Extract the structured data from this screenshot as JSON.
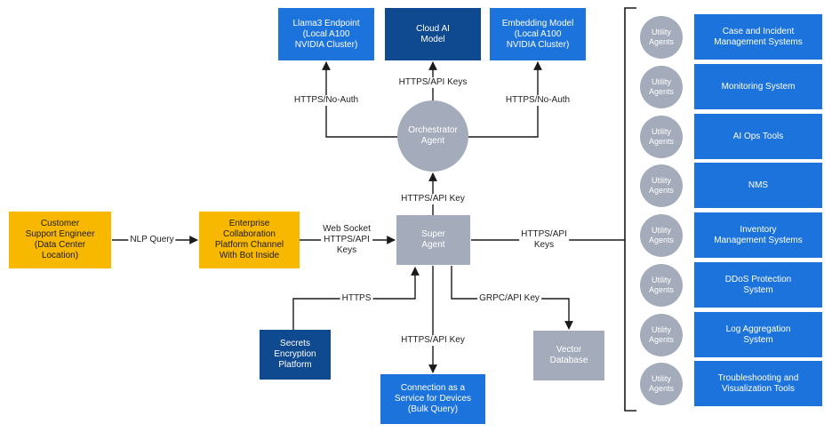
{
  "nodes": {
    "llama": "Llama3 Endpoint\n(Local A100\nNVIDIA Cluster)",
    "cloud": "Cloud AI\nModel",
    "embedding": "Embedding Model\n(Local A100\nNVIDIA Cluster)",
    "orchestrator": "Orchestrator\nAgent",
    "super": "Super\nAgent",
    "customer": "Customer\nSupport Engineer\n(Data Center\nLocation)",
    "collab": "Enterprise\nCollaboration\nPlatform Channel\nWith Bot Inside",
    "secrets": "Secrets\nEncryption\nPlatform",
    "caas": "Connection as a\nService for Devices\n(Bulk Query)",
    "vector": "Vector\nDatabase"
  },
  "edges": {
    "nlp": "NLP Query",
    "websocket": "Web Socket\nHTTPS/API\nKeys",
    "super_orch": "HTTPS/API Key",
    "orch_llama": "HTTPS/No-Auth",
    "orch_cloud": "HTTPS/API Keys",
    "orch_embed": "HTTPS/No-Auth",
    "super_utility": "HTTPS/API\nKeys",
    "secrets": "HTTPS",
    "caas": "HTTPS/API Key",
    "vector": "GRPC/API Key"
  },
  "utility_label": "Utility\nAgents",
  "utilities": [
    "Case and Incident\nManagement Systems",
    "Monitoring System",
    "AI Ops Tools",
    "NMS",
    "Inventory\nManagement Systems",
    "DDoS Protection\nSystem",
    "Log Aggregation\nSystem",
    "Troubleshooting and\nVisualization Tools"
  ],
  "colors": {
    "blue": "#1c73dc",
    "navy": "#0f4a91",
    "gray": "#a4acbb",
    "orange": "#f9b800",
    "wire": "#1a1a1a"
  }
}
